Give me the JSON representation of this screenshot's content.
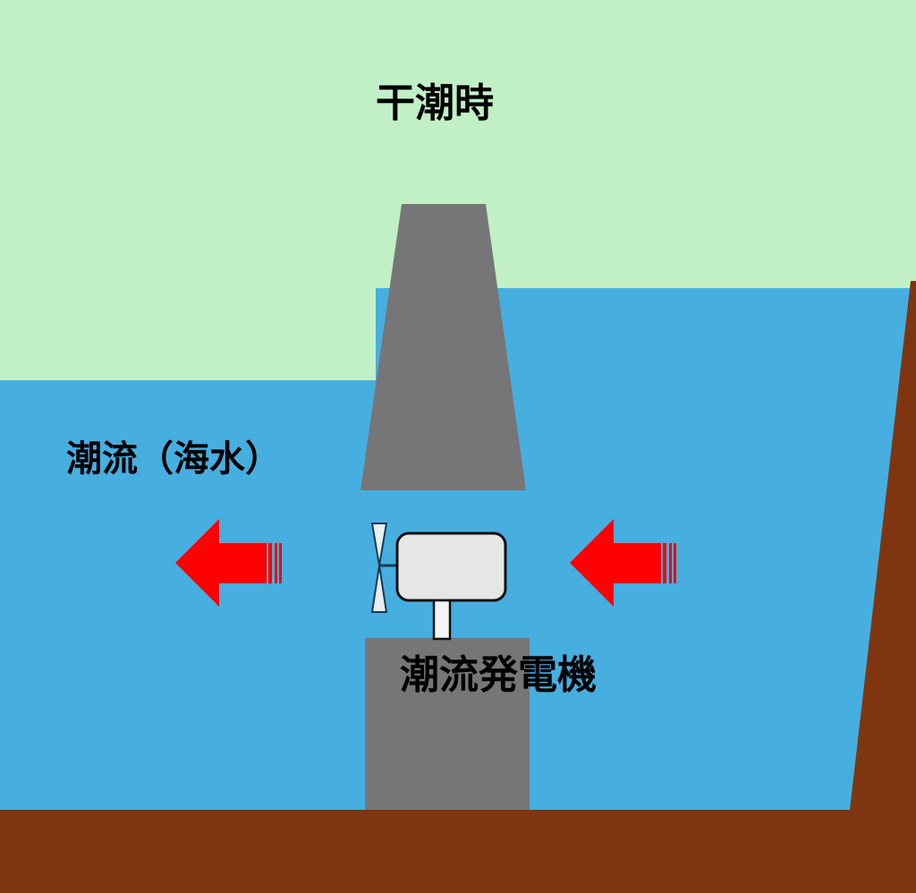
{
  "title": "干潮時",
  "labels": {
    "current": "潮流（海水）",
    "generator": "潮流発電機"
  },
  "colors": {
    "sky": "#c1f0c6",
    "sea": "#47aee0",
    "ground": "#7f3610",
    "structure": "#767676",
    "arrow": "#ff0000",
    "generator_body": "#e6e6e6",
    "blade": "#e8eef2",
    "blade_outline": "#173a52"
  },
  "icons": {
    "flow_arrow": "arrow-left-icon",
    "turbine": "turbine-blade-icon"
  }
}
